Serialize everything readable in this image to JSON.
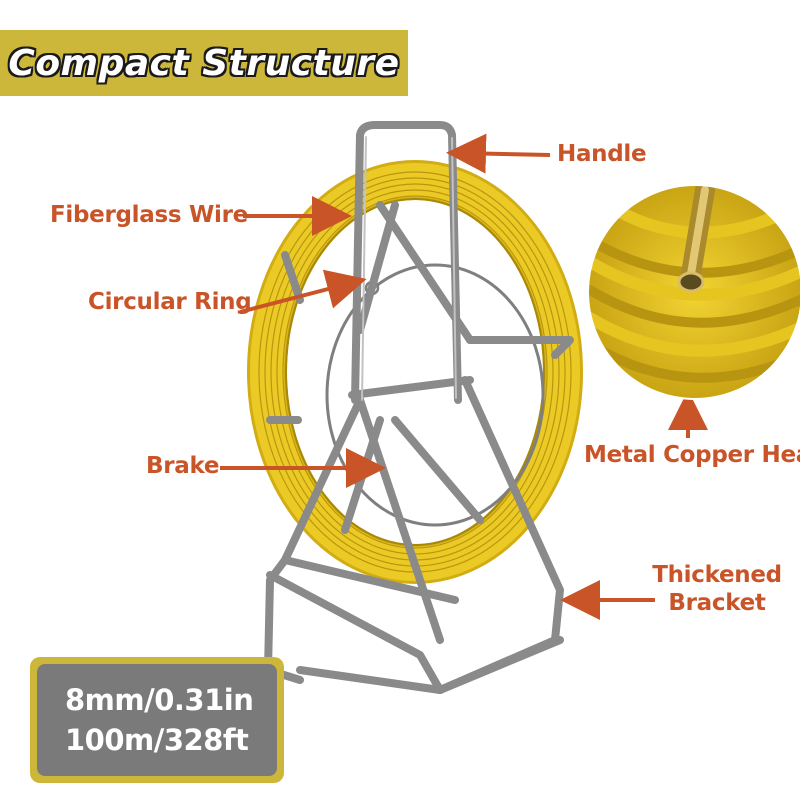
{
  "title": "Compact Structure",
  "labels": {
    "handle": "Handle",
    "fiberglass_wire": "Fiberglass Wire",
    "circular_ring": "Circular Ring",
    "brake": "Brake",
    "metal_copper_head": "Metal Copper Head",
    "thickened_line1": "Thickened",
    "thickened_line2": "Bracket"
  },
  "specs": {
    "diameter": "8mm/0.31in",
    "length": "100m/328ft"
  },
  "colors": {
    "accent_gold": "#cdb73b",
    "label_orange": "#c95428",
    "wire_yellow": "#e6c521",
    "frame_gray": "#8a8a8a",
    "spec_gray": "#7a7a7a"
  }
}
